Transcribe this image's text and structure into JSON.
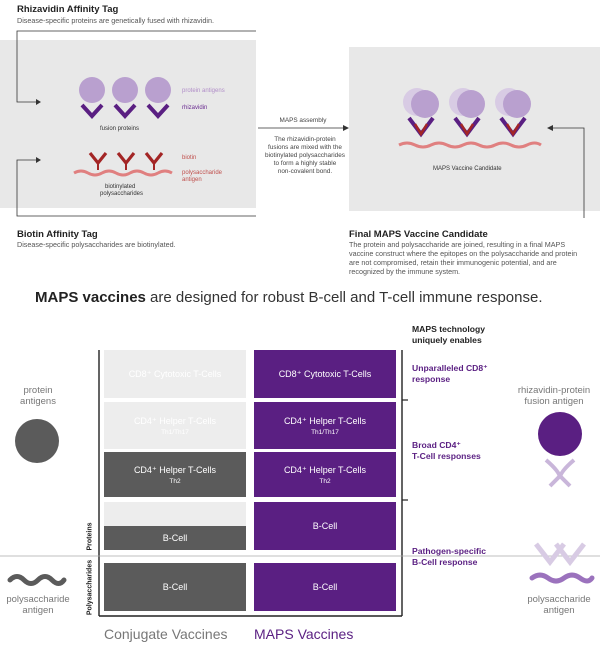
{
  "top": {
    "rhizavidin_tag": {
      "title": "Rhizavidin Affinity Tag",
      "desc": "Disease-specific proteins are genetically fused with rhizavidin."
    },
    "left_panel": {
      "protein_antigens": "protein antigens",
      "rhizavidin": "rhizavidin",
      "fusion_proteins": "fusion proteins",
      "biotin": "biotin",
      "polysaccharide_antigen_l1": "polysaccharide",
      "polysaccharide_antigen_l2": "antigen",
      "biotinylated_l1": "biotinylated",
      "biotinylated_l2": "polysaccharides"
    },
    "assembly": {
      "title": "MAPS assembly",
      "desc_l1": "The rhizavidin-protein",
      "desc_l2": "fusions are mixed with the",
      "desc_l3": "biotinylated polysaccharides",
      "desc_l4": "to form a highly stable",
      "desc_l5": "non-covalent bond."
    },
    "right_panel": {
      "label": "MAPS Vaccine Candidate"
    },
    "biotin_tag": {
      "title": "Biotin Affinity Tag",
      "desc": "Disease-specific polysaccharides are biotinylated."
    },
    "final": {
      "title": "Final MAPS Vaccine Candidate",
      "desc_l1": "The protein and polysaccharide are joined, resulting in a final MAPS",
      "desc_l2": "vaccine construct where the epitopes on the polysaccharide and protein",
      "desc_l3": "are not compromised, retain their immunogenic potential, and are",
      "desc_l4": "recognized by the immune system."
    }
  },
  "headline": {
    "bold": "MAPS vaccines",
    "rest": " are designed for robust B-cell and T-cell immune response."
  },
  "table": {
    "header_l1": "MAPS technology",
    "header_l2": "uniquely enables",
    "conjugate": {
      "cd8": "CD8⁺ Cytotoxic T-Cells",
      "cd4_th1": "CD4⁺ Helper T-Cells",
      "cd4_th1_sub": "Th1/Th17",
      "cd4_th2": "CD4⁺ Helper T-Cells",
      "cd4_th2_sub": "Th2",
      "bcell_protein": "B-Cell",
      "bcell_poly": "B-Cell"
    },
    "maps": {
      "cd8": "CD8⁺ Cytotoxic T-Cells",
      "cd4_th1": "CD4⁺ Helper T-Cells",
      "cd4_th1_sub": "Th1/Th17",
      "cd4_th2": "CD4⁺ Helper T-Cells",
      "cd4_th2_sub": "Th2",
      "bcell_protein": "B-Cell",
      "bcell_poly": "B-Cell"
    },
    "benefits": {
      "b1_l1": "Unparalleled CD8⁺",
      "b1_l2": "response",
      "b2_l1": "Broad CD4⁺",
      "b2_l2": "T-Cell responses",
      "b3_l1": "Pathogen-specific",
      "b3_l2": "B-Cell response"
    },
    "row_labels": {
      "proteins": "Proteins",
      "polysaccharides": "Polysaccharides"
    },
    "footer": {
      "conjugate": "Conjugate Vaccines",
      "maps": "MAPS Vaccines"
    }
  },
  "side": {
    "protein_l1": "protein",
    "protein_l2": "antigens",
    "poly_l1": "polysaccharide",
    "poly_l2": "antigen",
    "fusion_l1": "rhizavidin-protein",
    "fusion_l2": "fusion antigen",
    "poly_r_l1": "polysaccharide",
    "poly_r_l2": "antigen"
  },
  "colors": {
    "purple": "#5a1f82",
    "light_purple": "#b9a0cf",
    "red": "#c0504d",
    "dark_gray": "#5b5b5b",
    "light_gray": "#ededed"
  }
}
